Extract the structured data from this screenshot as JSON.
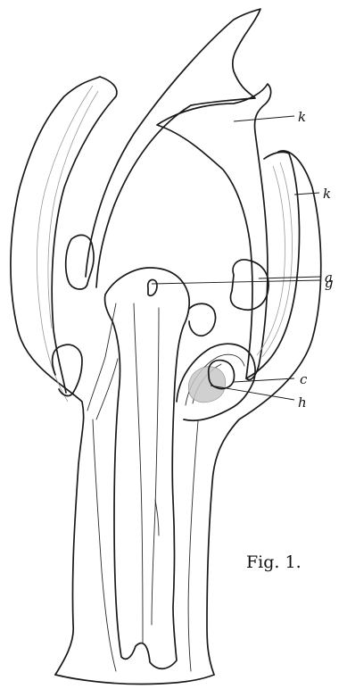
{
  "figure": {
    "caption": "Fig. 1.",
    "labels": {
      "k1": "k",
      "k2": "k",
      "a": "a",
      "g": "g",
      "c": "c",
      "h": "h"
    }
  }
}
